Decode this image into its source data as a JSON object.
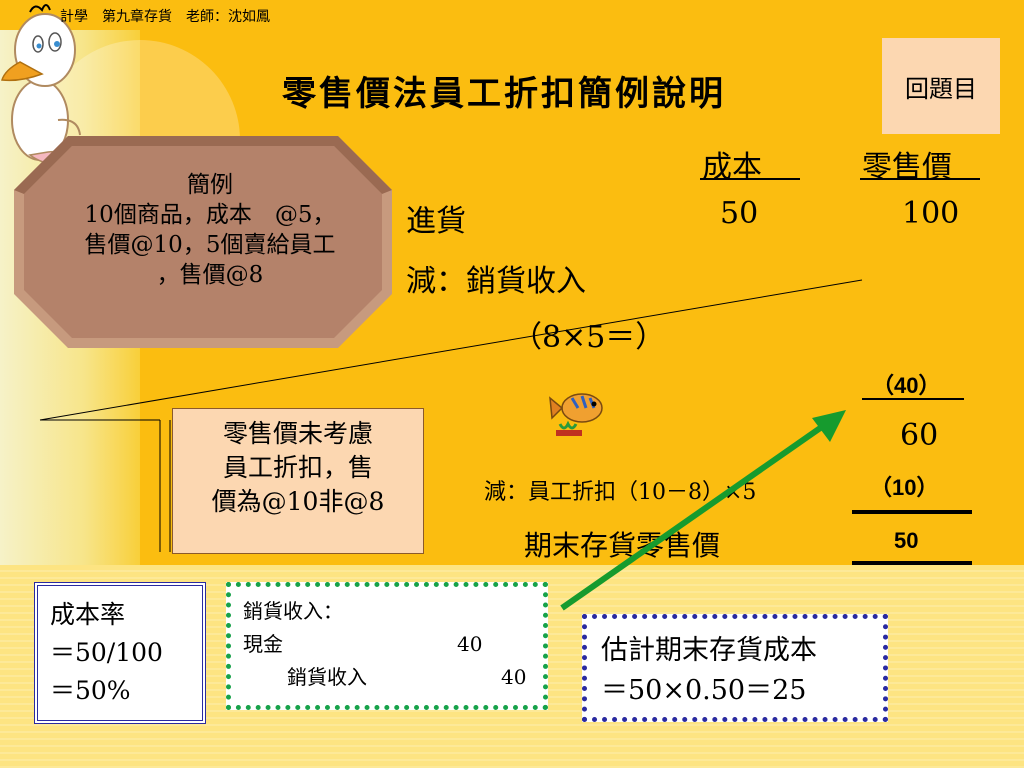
{
  "header": {
    "text": "計學　第九章存貨　老師：沈如鳳"
  },
  "title": "零售價法員工折扣簡例說明",
  "back_button": {
    "label": "回題目"
  },
  "columns": {
    "cost": "成本",
    "retail": "零售價"
  },
  "rows": {
    "purchases_label": "進貨",
    "purchases_cost": "50",
    "purchases_retail": "100",
    "less_sales_label": "減：銷貨收入",
    "sales_formula": "（8×5＝）",
    "sales_amount": "（40）",
    "subtotal": "60",
    "discount_label": "減：員工折扣（10－8）×5",
    "discount_amount": "（10）",
    "ending_label": "期末存貨零售價",
    "ending_amount": "50"
  },
  "example_box": {
    "line1": "簡例",
    "line2": "10個商品，成本　@5，",
    "line3": "售價@10，5個賣給員工",
    "line4": "，售價@8"
  },
  "note_box": {
    "line1": "零售價未考慮",
    "line2": "員工折扣，售",
    "line3": "價為@10非@8"
  },
  "rate_box": {
    "line1": "成本率",
    "line2": "＝50/100",
    "line3": "＝50%"
  },
  "sales_entry": {
    "title": "銷貨收入：",
    "debit_label": "現金",
    "debit_amount": "40",
    "credit_label": "銷貨收入",
    "credit_amount": "40"
  },
  "estimate_box": {
    "line1": "估計期末存貨成本",
    "line2": "＝50×0.50＝25"
  },
  "colors": {
    "background": "#fbbd10",
    "arrow": "#169b2e",
    "peach": "#fcd7b1",
    "example_box": "#b4826a"
  },
  "icons": [
    "duck-mascot-icon",
    "fish-icon"
  ]
}
